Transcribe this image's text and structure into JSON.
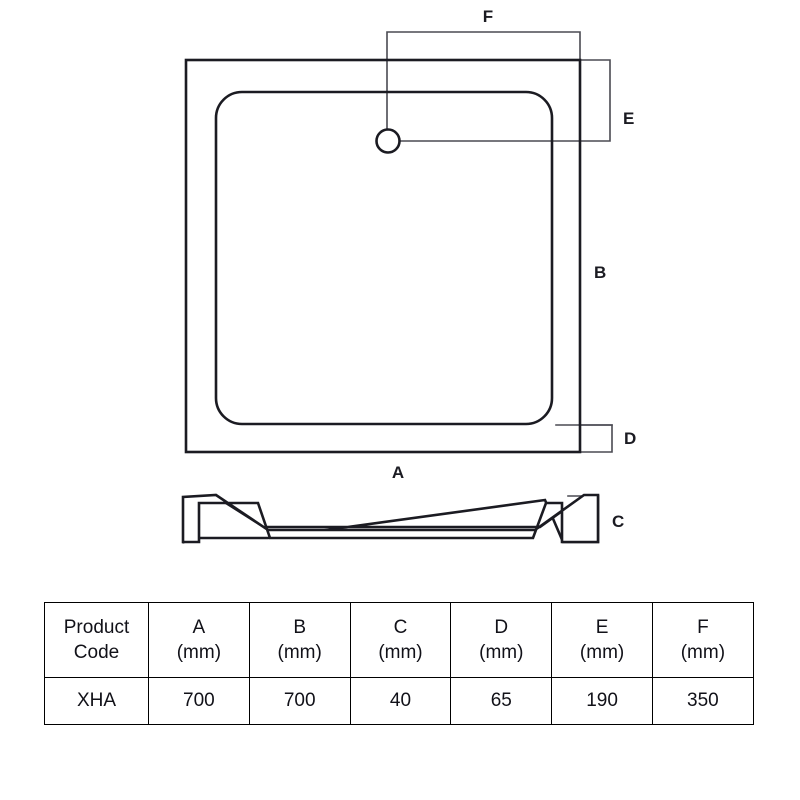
{
  "drawing": {
    "title": "Square shower tray dimensioned technical drawing",
    "plan_view": {
      "name": "plan-view",
      "outer_rect_label": "tray-outer-edge",
      "inner_rect_label": "tray-inner-basin",
      "drain_label": "drain-waste-hole"
    },
    "profile_view": {
      "name": "side-profile-view",
      "description": "cross-section side elevation of tray"
    },
    "dimension_labels": [
      {
        "key": "A",
        "text": "A",
        "meaning": "overall-width",
        "position": "bottom-center"
      },
      {
        "key": "B",
        "text": "B",
        "meaning": "overall-depth",
        "position": "right-middle"
      },
      {
        "key": "C",
        "text": "C",
        "meaning": "profile-height",
        "position": "profile-right"
      },
      {
        "key": "D",
        "text": "D",
        "meaning": "tray-height",
        "position": "plan-bottom-right"
      },
      {
        "key": "E",
        "text": "E",
        "meaning": "drain-offset-from-rear",
        "position": "plan-top-right"
      },
      {
        "key": "F",
        "text": "F",
        "meaning": "drain-offset-from-side",
        "position": "plan-top-center"
      }
    ]
  },
  "spec_table": {
    "name": "product-specification-table",
    "headers": [
      {
        "line1": "Product",
        "line2": "Code"
      },
      {
        "line1": "A",
        "line2": "(mm)"
      },
      {
        "line1": "B",
        "line2": "(mm)"
      },
      {
        "line1": "C",
        "line2": "(mm)"
      },
      {
        "line1": "D",
        "line2": "(mm)"
      },
      {
        "line1": "E",
        "line2": "(mm)"
      },
      {
        "line1": "F",
        "line2": "(mm)"
      }
    ],
    "rows": [
      {
        "product_code": "XHA",
        "a": "700",
        "b": "700",
        "c": "40",
        "d": "65",
        "e": "190",
        "f": "350"
      }
    ]
  },
  "colors": {
    "outline": "#1b1b22",
    "dimension_line": "#4a4a52",
    "background": "#ffffff",
    "table_border": "#000000",
    "text": "#111118"
  }
}
